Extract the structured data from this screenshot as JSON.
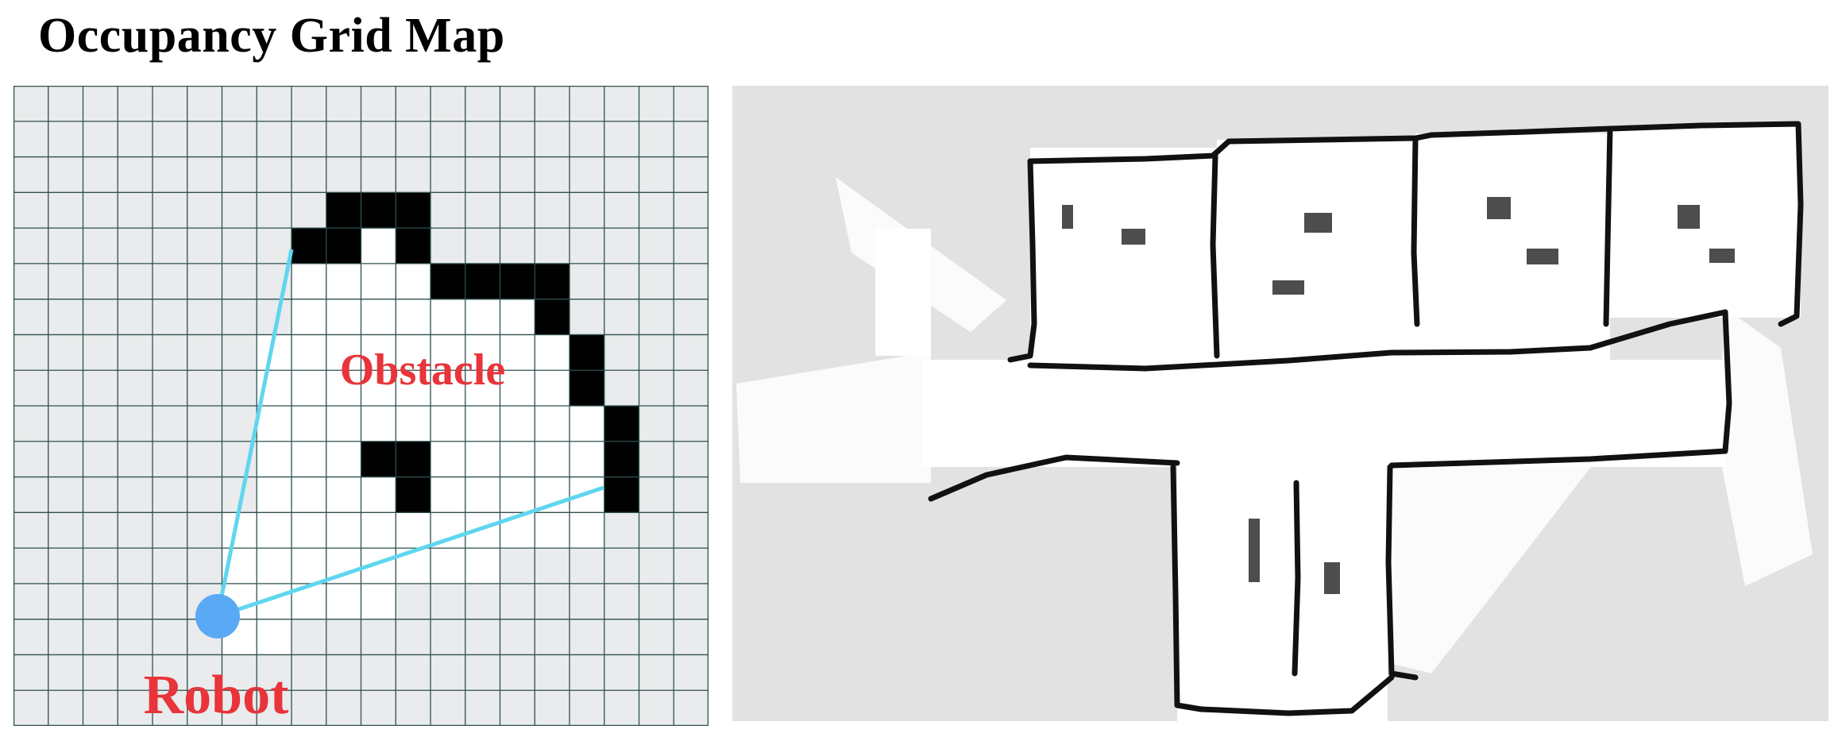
{
  "title": "Occupancy Grid Map",
  "grid_diagram": {
    "obstacle_label": "Obstacle",
    "robot_label": "Robot",
    "columns": 20,
    "rows": 18,
    "occupied_cells": [
      [
        9,
        3
      ],
      [
        10,
        3
      ],
      [
        11,
        3
      ],
      [
        8,
        4
      ],
      [
        9,
        4
      ],
      [
        11,
        4
      ],
      [
        12,
        5
      ],
      [
        13,
        5
      ],
      [
        14,
        5
      ],
      [
        15,
        5
      ],
      [
        15,
        6
      ],
      [
        16,
        7
      ],
      [
        16,
        8
      ],
      [
        17,
        9
      ],
      [
        17,
        10
      ],
      [
        17,
        11
      ],
      [
        10,
        10
      ],
      [
        11,
        10
      ],
      [
        11,
        11
      ]
    ],
    "free_cells": [
      [
        9,
        4
      ],
      [
        10,
        4
      ],
      [
        8,
        5
      ],
      [
        9,
        5
      ],
      [
        10,
        5
      ],
      [
        11,
        5
      ],
      [
        8,
        6
      ],
      [
        9,
        6
      ],
      [
        10,
        6
      ],
      [
        11,
        6
      ],
      [
        12,
        6
      ],
      [
        13,
        6
      ],
      [
        14,
        6
      ],
      [
        7,
        7
      ],
      [
        8,
        7
      ],
      [
        9,
        7
      ],
      [
        10,
        7
      ],
      [
        11,
        7
      ],
      [
        12,
        7
      ],
      [
        13,
        7
      ],
      [
        14,
        7
      ],
      [
        15,
        7
      ],
      [
        7,
        8
      ],
      [
        8,
        8
      ],
      [
        9,
        8
      ],
      [
        10,
        8
      ],
      [
        11,
        8
      ],
      [
        12,
        8
      ],
      [
        13,
        8
      ],
      [
        14,
        8
      ],
      [
        15,
        8
      ],
      [
        7,
        9
      ],
      [
        8,
        9
      ],
      [
        9,
        9
      ],
      [
        10,
        9
      ],
      [
        11,
        9
      ],
      [
        12,
        9
      ],
      [
        13,
        9
      ],
      [
        14,
        9
      ],
      [
        15,
        9
      ],
      [
        16,
        9
      ],
      [
        7,
        10
      ],
      [
        8,
        10
      ],
      [
        9,
        10
      ],
      [
        12,
        10
      ],
      [
        13,
        10
      ],
      [
        14,
        10
      ],
      [
        15,
        10
      ],
      [
        16,
        10
      ],
      [
        7,
        11
      ],
      [
        8,
        11
      ],
      [
        9,
        11
      ],
      [
        10,
        11
      ],
      [
        12,
        11
      ],
      [
        13,
        11
      ],
      [
        14,
        11
      ],
      [
        15,
        11
      ],
      [
        16,
        11
      ],
      [
        6,
        12
      ],
      [
        7,
        12
      ],
      [
        8,
        12
      ],
      [
        9,
        12
      ],
      [
        10,
        12
      ],
      [
        11,
        12
      ],
      [
        12,
        12
      ],
      [
        13,
        12
      ],
      [
        14,
        12
      ],
      [
        15,
        12
      ],
      [
        16,
        12
      ],
      [
        6,
        13
      ],
      [
        7,
        13
      ],
      [
        8,
        13
      ],
      [
        9,
        13
      ],
      [
        10,
        13
      ],
      [
        11,
        13
      ],
      [
        12,
        13
      ],
      [
        13,
        13
      ],
      [
        6,
        14
      ],
      [
        7,
        14
      ],
      [
        8,
        14
      ],
      [
        9,
        14
      ],
      [
        10,
        14
      ],
      [
        6,
        15
      ],
      [
        7,
        15
      ]
    ],
    "colors": {
      "background": "#e9ebec",
      "grid_line": "#2f4f4f",
      "free": "#ffffff",
      "occupied": "#000000",
      "ray": "#5fd6ef",
      "robot": "#5aa9f5",
      "label": "#e8343a"
    }
  },
  "slam_map": {
    "colors": {
      "unknown": "#e2e2e2",
      "free": "#ffffff",
      "wall": "#111111"
    }
  }
}
